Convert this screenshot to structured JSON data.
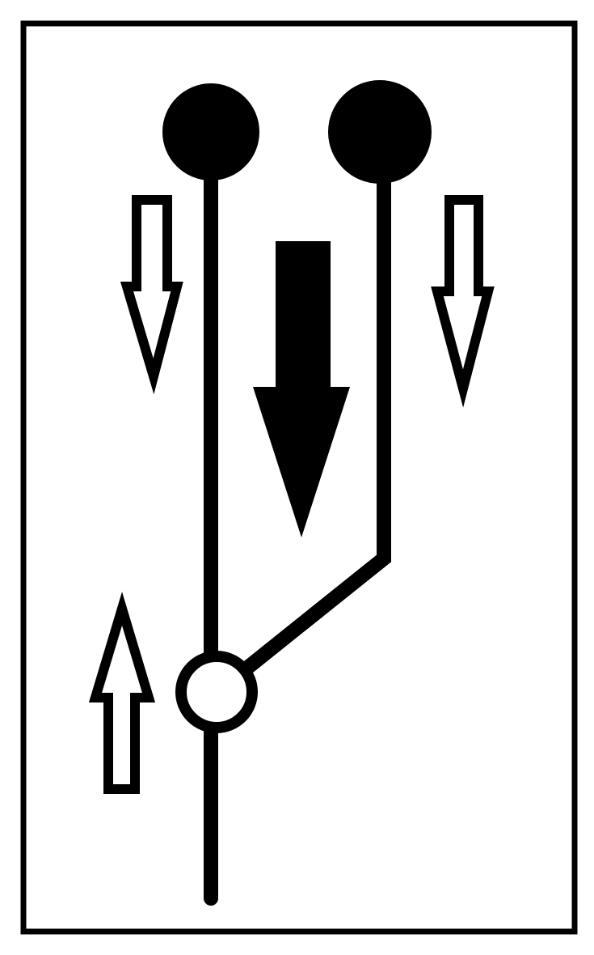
{
  "colors": {
    "ink": "#000000",
    "paper": "#ffffff"
  },
  "diagram": {
    "kind": "merge-junction-schematic",
    "elements": [
      "left-pole-circle-icon",
      "right-pole-circle-icon",
      "left-vertical-line",
      "right-vertical-line",
      "right-diagonal-line",
      "junction-ring",
      "stem-line",
      "large-down-arrow-icon",
      "left-small-down-arrow-icon",
      "right-small-down-arrow-icon",
      "small-up-arrow-icon"
    ]
  }
}
